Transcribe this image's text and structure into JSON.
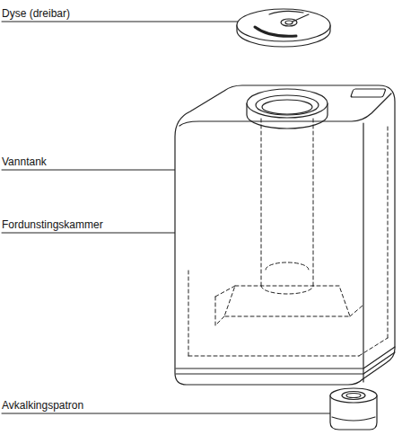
{
  "diagram": {
    "labels": [
      "Dyse (dreibar)",
      "Vanntank",
      "Fordunstingskammer",
      "Avkalkingspatron"
    ]
  }
}
